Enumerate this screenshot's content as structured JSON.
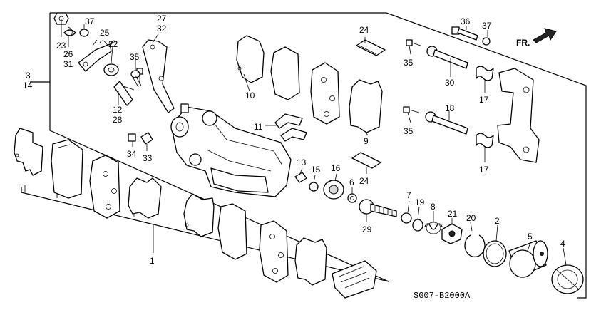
{
  "labels": {
    "p1": "1",
    "p2": "2",
    "p3": "3",
    "p14": "14",
    "p4": "4",
    "p5": "5",
    "p6": "6",
    "p7": "7",
    "p8": "8",
    "p9": "9",
    "p10": "10",
    "p11": "11",
    "p12": "12",
    "p28": "28",
    "p13": "13",
    "p15": "15",
    "p16": "16",
    "p17a": "17",
    "p17b": "17",
    "p18": "18",
    "p19": "19",
    "p20": "20",
    "p21": "21",
    "p22": "22",
    "p23": "23",
    "p24a": "24",
    "p24b": "24",
    "p25": "25",
    "p26": "26",
    "p27": "27",
    "p32": "32",
    "p29": "29",
    "p30": "30",
    "p31": "31",
    "p33": "33",
    "p34": "34",
    "p35a": "35",
    "p35b": "35",
    "p35c": "35",
    "p36": "36",
    "p37a": "37",
    "p37b": "37"
  },
  "direction": "FR.",
  "code": "SG07-B2000A"
}
